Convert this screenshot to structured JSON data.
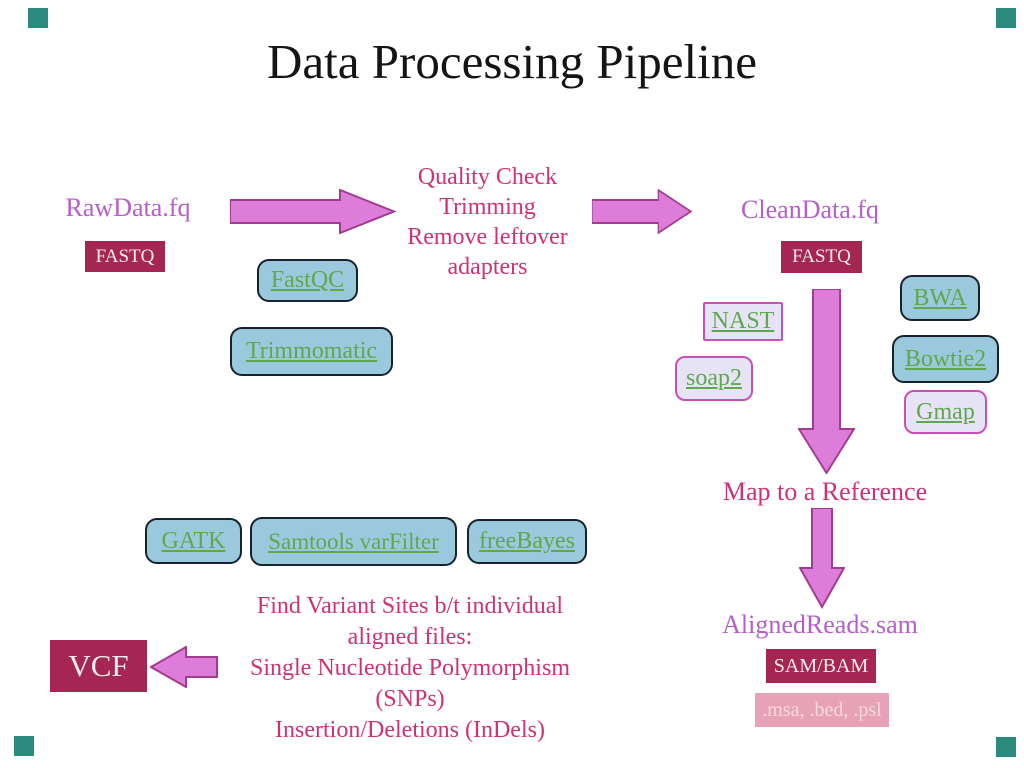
{
  "title": "Data Processing Pipeline",
  "colors": {
    "canvas": "#ffffff",
    "title_text": "#141414",
    "orchid_text": "#b55fc8",
    "pink_text": "#cd3276",
    "badge_bg": "#a52652",
    "badge_text": "#f7edf1",
    "pink_badge_bg": "#e8a2b8",
    "pink_badge_text": "#f8d8e1",
    "blue_btn_bg": "#9ac9de",
    "blue_btn_border": "#17222d",
    "lavender_btn_bg": "#e7e3f7",
    "lavender_btn_border": "#c94fb6",
    "link_green": "#5fa84d",
    "arrow_fill": "#de7dd9",
    "arrow_stroke": "#a23c8f",
    "corner_marker": "#2b8a7e"
  },
  "stage1": {
    "file": "RawData.fq",
    "format": "FASTQ"
  },
  "qc": {
    "lines": [
      "Quality Check",
      "Trimming",
      "Remove leftover",
      "adapters"
    ],
    "tools": [
      "FastQC",
      "Trimmomatic"
    ]
  },
  "stage2": {
    "file": "CleanData.fq",
    "format": "FASTQ"
  },
  "mapping": {
    "label": "Map to a Reference",
    "side_tools": [
      "NAST",
      "soap2",
      "Gmap"
    ],
    "main_tools": [
      "BWA",
      "Bowtie2"
    ]
  },
  "stage3": {
    "file": "AlignedReads.sam",
    "format": "SAM/BAM",
    "alt_formats": ".msa, .bed, .psl"
  },
  "variant": {
    "tools": [
      "GATK",
      "Samtools varFilter",
      "freeBayes"
    ],
    "lines": [
      "Find Variant Sites b/t individual",
      "aligned files:",
      "Single Nucleotide Polymorphism",
      "(SNPs)",
      "Insertion/Deletions (InDels)"
    ]
  },
  "output": {
    "file": "VCF"
  }
}
